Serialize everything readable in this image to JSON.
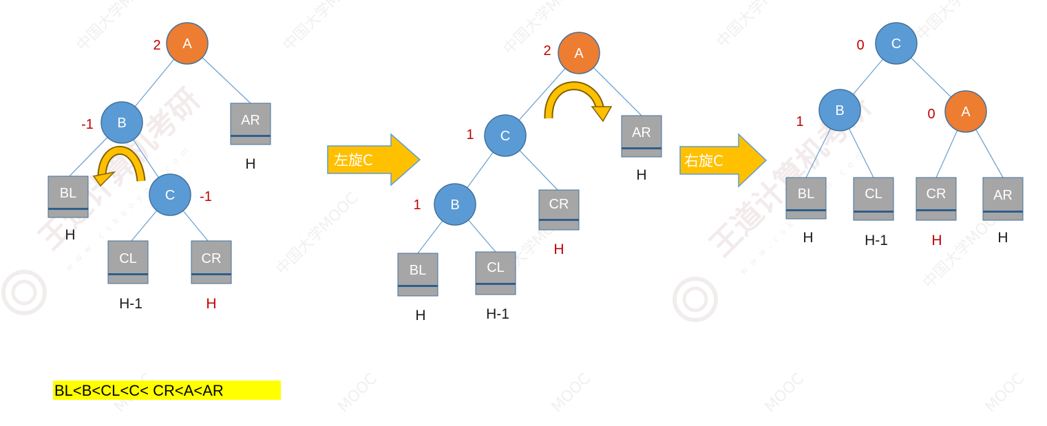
{
  "colors": {
    "blue_node": "#5b9bd5",
    "orange_node": "#ed7d31",
    "subtree_box": "#a6a6a6",
    "subtree_band": "#2e5e8c",
    "balance_factor": "#c00000",
    "arrow_fill": "#ffc000",
    "highlight": "#ffff00",
    "edge": "#6fa3d2"
  },
  "trees": [
    {
      "nodes": [
        {
          "label": "A",
          "color": "orange",
          "bf": "2"
        },
        {
          "label": "B",
          "color": "blue",
          "bf": "-1"
        },
        {
          "label": "C",
          "color": "blue",
          "bf": "-1"
        }
      ],
      "subtrees": [
        {
          "label": "AR",
          "height": "H",
          "height_color": "black"
        },
        {
          "label": "BL",
          "height": "H",
          "height_color": "black"
        },
        {
          "label": "CL",
          "height": "H-1",
          "height_color": "black"
        },
        {
          "label": "CR",
          "height": "H",
          "height_color": "red"
        }
      ]
    },
    {
      "nodes": [
        {
          "label": "A",
          "color": "orange",
          "bf": "2"
        },
        {
          "label": "C",
          "color": "blue",
          "bf": "1"
        },
        {
          "label": "B",
          "color": "blue",
          "bf": "1"
        }
      ],
      "subtrees": [
        {
          "label": "AR",
          "height": "H",
          "height_color": "black"
        },
        {
          "label": "CR",
          "height": "H",
          "height_color": "red"
        },
        {
          "label": "BL",
          "height": "H",
          "height_color": "black"
        },
        {
          "label": "CL",
          "height": "H-1",
          "height_color": "black"
        }
      ]
    },
    {
      "nodes": [
        {
          "label": "C",
          "color": "blue",
          "bf": "0"
        },
        {
          "label": "B",
          "color": "blue",
          "bf": "1"
        },
        {
          "label": "A",
          "color": "orange",
          "bf": "0"
        }
      ],
      "subtrees": [
        {
          "label": "BL",
          "height": "H",
          "height_color": "black"
        },
        {
          "label": "CL",
          "height": "H-1",
          "height_color": "black"
        },
        {
          "label": "CR",
          "height": "H",
          "height_color": "red"
        },
        {
          "label": "AR",
          "height": "H",
          "height_color": "black"
        }
      ]
    }
  ],
  "steps": [
    {
      "label": "左旋C"
    },
    {
      "label": "右旋C"
    }
  ],
  "order_caption": "BL<B<CL<C< CR<A<AR",
  "watermark": {
    "text": "中国大学MOOC",
    "mooc": "MOOC",
    "logo_text": "王道计算机考研",
    "url": "www.cskaoyan.com"
  }
}
